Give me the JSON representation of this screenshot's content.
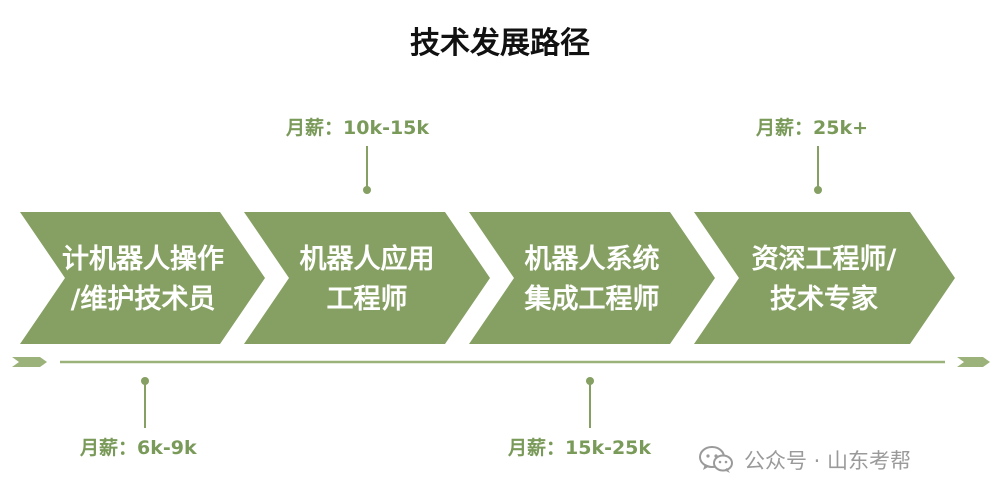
{
  "title": "技术发展路径",
  "colors": {
    "chevron_fill": "#85a062",
    "line": "#9bb37a",
    "salary_text": "#7a9a5a",
    "watermark": "#9a9a9a"
  },
  "steps": [
    {
      "line1": "计机器人操作",
      "line2": "/维护技术员",
      "salary": "月薪：6k-9k",
      "salary_side": "bottom"
    },
    {
      "line1": "机器人应用",
      "line2": "工程师",
      "salary": "月薪：10k-15k",
      "salary_side": "top"
    },
    {
      "line1": "机器人系统",
      "line2": "集成工程师",
      "salary": "月薪：15k-25k",
      "salary_side": "bottom"
    },
    {
      "line1": "资深工程师/",
      "line2": "技术专家",
      "salary": "月薪：25k+",
      "salary_side": "top"
    }
  ],
  "watermark": {
    "icon": "wechat-icon",
    "text": "公众号 · 山东考帮"
  }
}
